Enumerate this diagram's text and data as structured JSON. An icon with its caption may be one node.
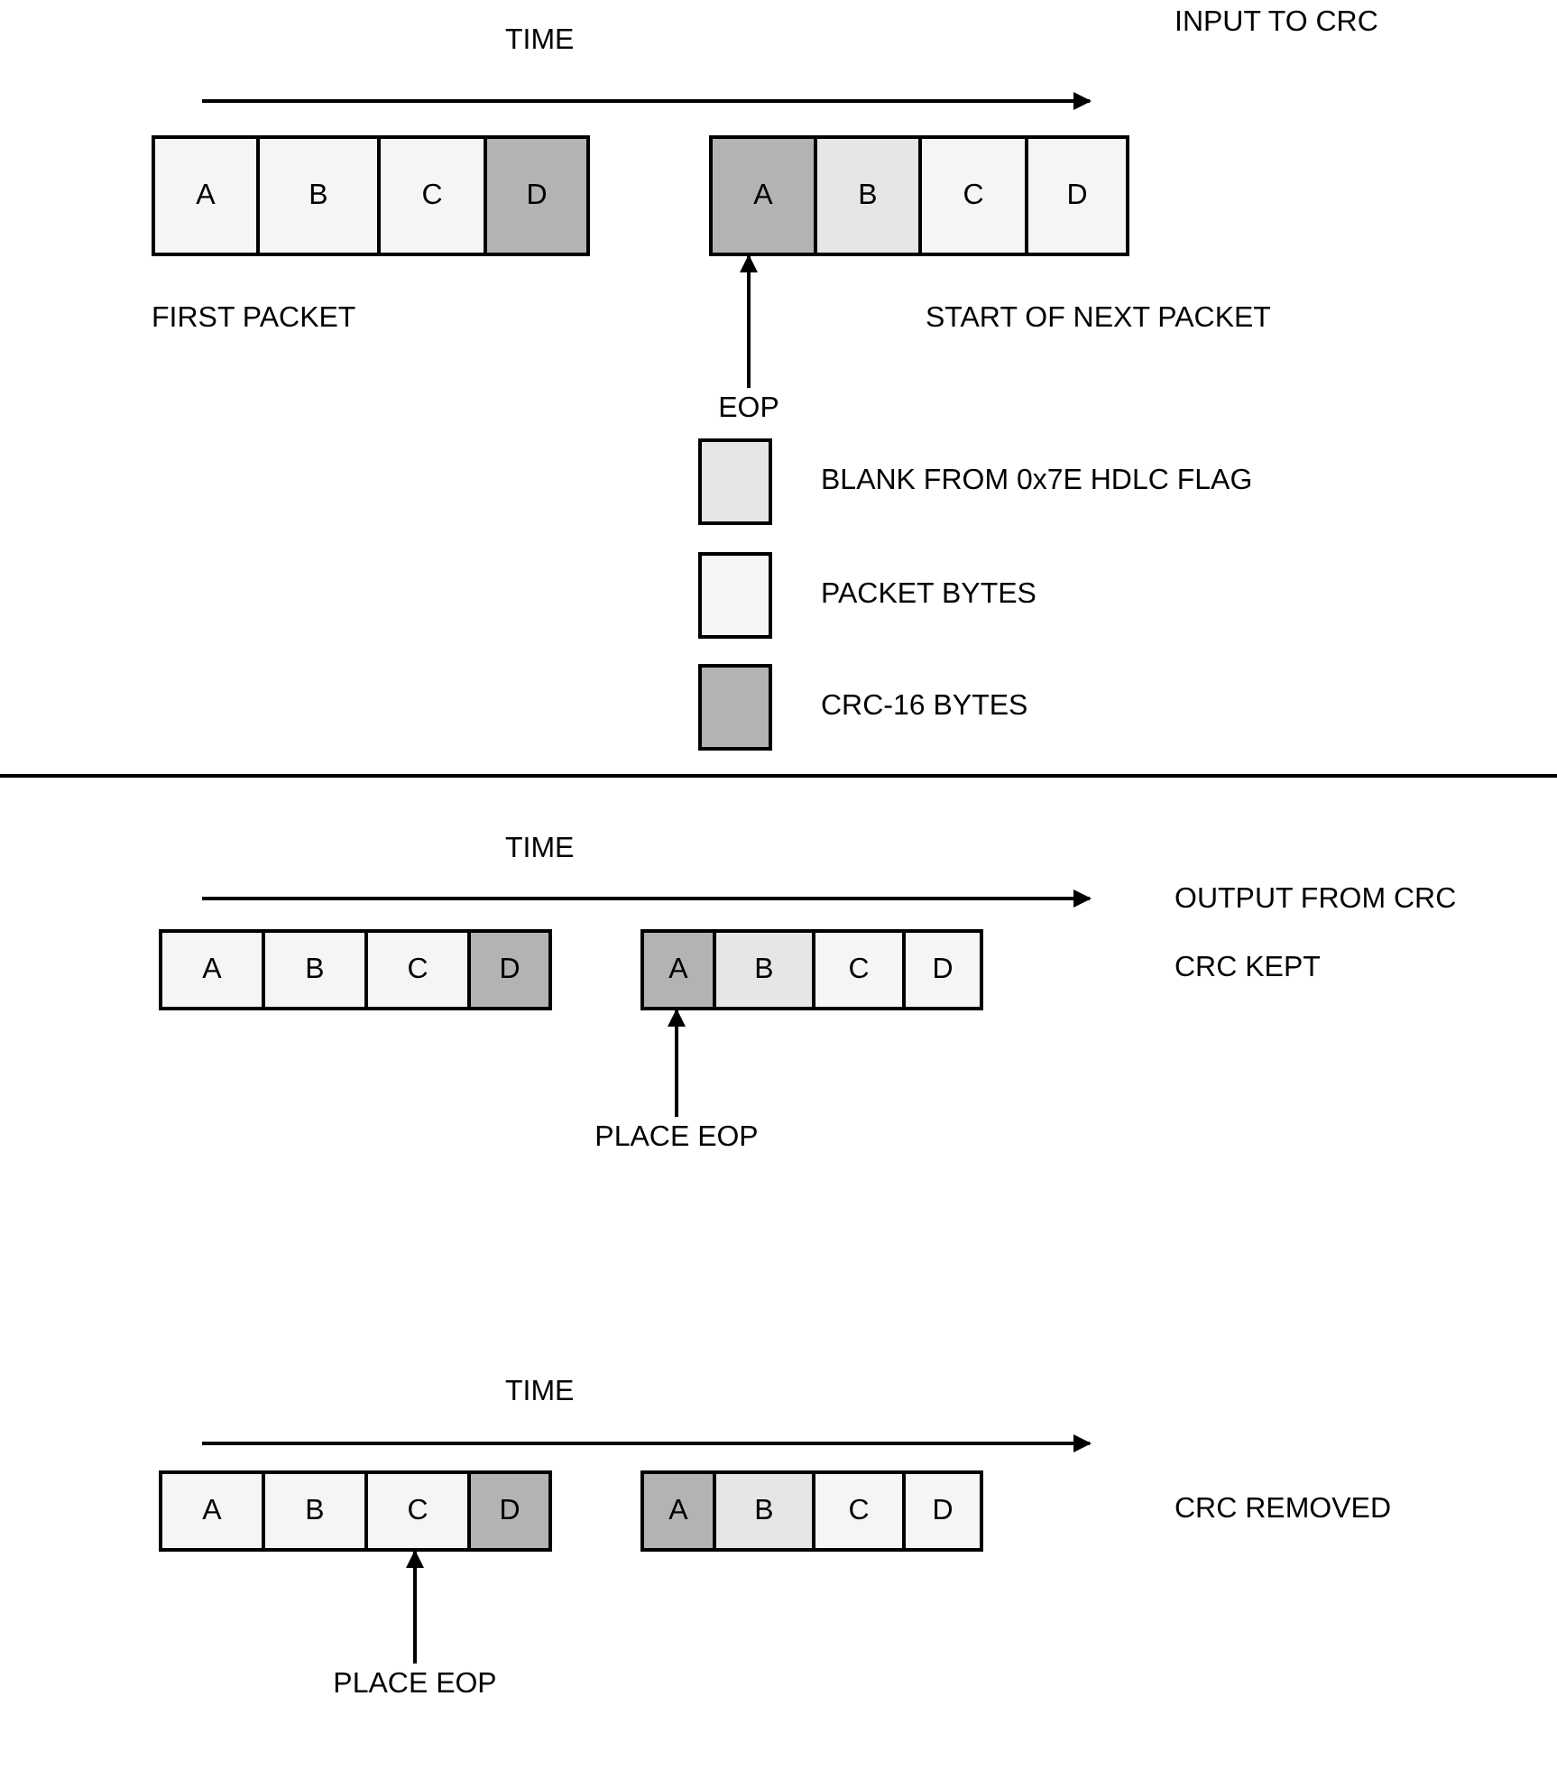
{
  "diagram": {
    "nodes": [
      {
        "text": [
          "A"
        ]
      },
      {
        "text": [
          "B"
        ]
      },
      {
        "text": [
          "C"
        ]
      },
      {
        "text": [
          "D"
        ]
      },
      {
        "text": [
          "A"
        ]
      },
      {
        "text": [
          "B"
        ]
      },
      {
        "text": [
          "C"
        ]
      },
      {
        "text": [
          "D"
        ]
      },
      {
        "text": [
          "EOP"
        ]
      },
      {
        "text": [
          "A"
        ]
      },
      {
        "text": [
          "B"
        ]
      },
      {
        "text": [
          "C"
        ]
      },
      {
        "text": [
          "D"
        ]
      },
      {
        "text": [
          "A"
        ]
      },
      {
        "text": [
          "B"
        ]
      },
      {
        "text": [
          "C"
        ]
      },
      {
        "text": [
          "D"
        ]
      },
      {
        "text": [
          "PLACE EOP"
        ]
      },
      {
        "text": [
          "A"
        ]
      },
      {
        "text": [
          "B"
        ]
      },
      {
        "text": [
          "C"
        ]
      },
      {
        "text": [
          "D"
        ]
      },
      {
        "text": [
          "A"
        ]
      },
      {
        "text": [
          "B"
        ]
      },
      {
        "text": [
          "C"
        ]
      },
      {
        "text": [
          "D"
        ]
      },
      {
        "text": [
          "PLACE EOP"
        ]
      }
    ],
    "edges": [
      {
        "from": 8,
        "to": 4,
        "arrow": "to"
      },
      {
        "from": 17,
        "to": 13,
        "arrow": "to"
      },
      {
        "from": 26,
        "to": 20,
        "arrow": "to"
      }
    ],
    "labels": [
      "TIME",
      "INPUT TO CRC",
      "FIRST PACKET",
      "START OF NEXT PACKET",
      "TIME",
      "OUTPUT FROM CRC",
      "CRC KEPT",
      "TIME",
      "CRC REMOVED"
    ],
    "legend": [
      {
        "text": "BLANK FROM 0x7E HDLC FLAG",
        "color": "#e6e6e6"
      },
      {
        "text": "PACKET BYTES",
        "color": "#f5f5f5"
      },
      {
        "text": "CRC-16 BYTES",
        "color": "#b3b3b3"
      }
    ]
  }
}
